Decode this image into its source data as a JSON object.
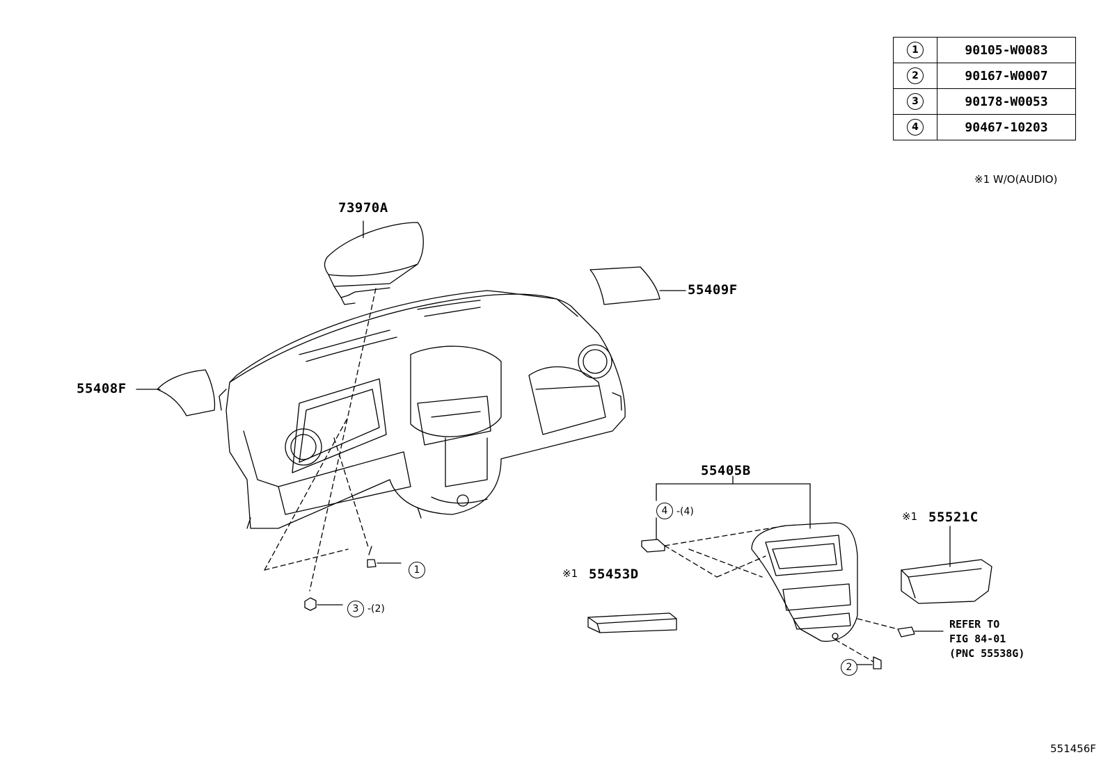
{
  "parts_table": [
    {
      "ref": "1",
      "part_number": "90105-W0083"
    },
    {
      "ref": "2",
      "part_number": "90167-W0007"
    },
    {
      "ref": "3",
      "part_number": "90178-W0053"
    },
    {
      "ref": "4",
      "part_number": "90467-10203"
    }
  ],
  "note": "※1 W/O(AUDIO)",
  "labels": {
    "airbag": "73970A",
    "pad_right": "55409F",
    "pad_left": "55408F",
    "center_cluster": "55405B",
    "pocket": "55521C",
    "pocket_mark": "※1",
    "box": "55453D",
    "box_mark": "※1"
  },
  "callouts": {
    "c1": "1",
    "c2": "2",
    "c3": "3",
    "c3_qty": "-(2)",
    "c4": "4",
    "c4_qty": "-(4)"
  },
  "refer": {
    "line1": "REFER TO",
    "line2": "FIG 84-01",
    "line3": "(PNC 55538G)"
  },
  "illustration_id": "551456F"
}
